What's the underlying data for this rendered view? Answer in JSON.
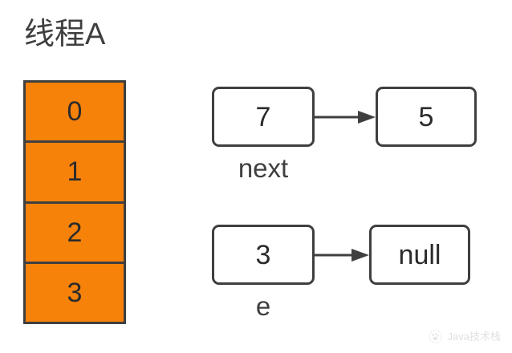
{
  "diagram": {
    "title": "线程A",
    "stack": {
      "name": "thread-stack",
      "cells": [
        {
          "label": "0"
        },
        {
          "label": "1"
        },
        {
          "label": "2"
        },
        {
          "label": "3"
        }
      ]
    },
    "rows": [
      {
        "id": "next",
        "source_value": "7",
        "target_value": "5",
        "pointer_label": "next",
        "arrow_icon": "arrow-right-icon"
      },
      {
        "id": "e",
        "source_value": "3",
        "target_value": "null",
        "pointer_label": "e",
        "arrow_icon": "arrow-right-icon"
      }
    ]
  },
  "watermark": {
    "text": "Java技术栈",
    "logo_icon": "paw-logo-icon"
  },
  "colors": {
    "stack_fill": "#f7820a",
    "stroke": "#3f3f3f",
    "text": "#2b2b2b",
    "background": "#ffffff",
    "watermark_text": "#9a9a9a"
  }
}
